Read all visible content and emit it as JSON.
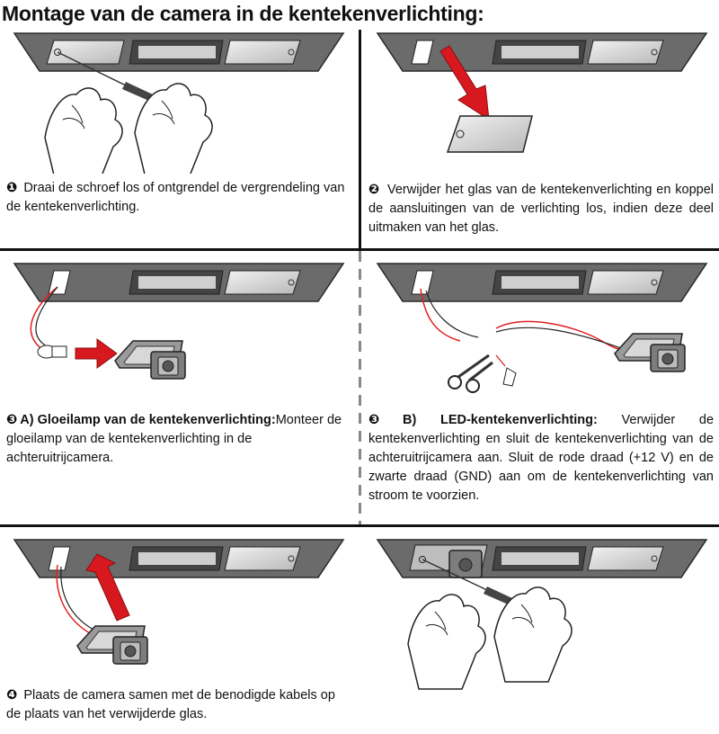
{
  "title": "Montage van de camera in de kentekenverlichting:",
  "steps": [
    {
      "num": "❶",
      "text": "Draai de schroef los of ontgrendel de vergrendeling van de kentekenverlichting."
    },
    {
      "num": "❷",
      "text": "Verwijder het glas van de kentekenverlichting en koppel de aansluitingen van de verlichting los, indien deze deel uitmaken van het glas."
    },
    {
      "num": "❸",
      "heading": "A) Gloeilamp van de kentekenverlichting:",
      "text": "Monteer de gloeilamp van de kentekenverlichting in de achteruitrijcamera."
    },
    {
      "num": "❸",
      "heading": "B) LED-kentekenverlichting:",
      "text": "Verwijder de kentekenverlichting en sluit de kentekenverlichting van de achteruitrijcamera aan. Sluit de rode draad (+12 V) en de zwarte draad (GND) aan om de kentekenverlichting van stroom te voorzien."
    },
    {
      "num": "❹",
      "text": "Plaats de camera samen met de benodigde kabels op de plaats van het verwijderde glas."
    }
  ],
  "colors": {
    "arrow": "#d7191f",
    "wire": "#e02020",
    "bar": "#6b6b6b"
  }
}
